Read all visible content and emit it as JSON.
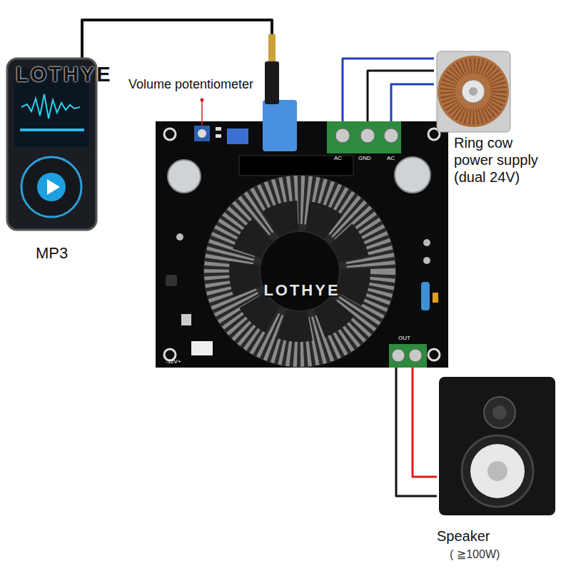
{
  "diagram": {
    "nodes": [
      {
        "text": [
          "MP3"
        ]
      },
      {
        "text": [
          "LOTHYE"
        ]
      },
      {
        "text": [
          "Ring cow power supply (dual 24V)"
        ]
      },
      {
        "text": [
          "Speaker",
          "( ≧100W)"
        ]
      }
    ],
    "edges": [
      {
        "from": 0,
        "to": 1,
        "arrow": "none"
      },
      {
        "from": 2,
        "to": 1,
        "arrow": "none"
      },
      {
        "from": 2,
        "to": 1,
        "arrow": "none"
      },
      {
        "from": 2,
        "to": 1,
        "arrow": "none"
      },
      {
        "from": 1,
        "to": 3,
        "arrow": "none"
      },
      {
        "from": 1,
        "to": 3,
        "arrow": "none"
      }
    ],
    "labels": [
      "LOTHYE",
      "Volume potentiometer",
      "AC",
      "GND",
      "AC",
      "OUT",
      "-12V+"
    ]
  }
}
